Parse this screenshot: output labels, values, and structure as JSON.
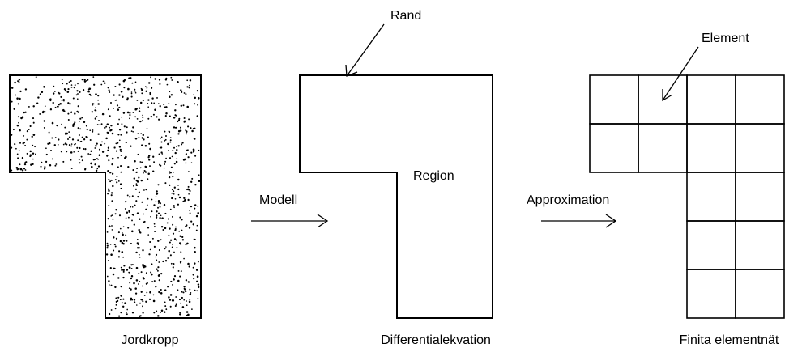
{
  "panels": {
    "soil": {
      "label": "Jordkropp"
    },
    "model": {
      "label": "Differentialekvation",
      "region_label": "Region",
      "boundary_label": "Rand"
    },
    "mesh": {
      "label": "Finita elementnät",
      "element_label": "Element"
    }
  },
  "steps": {
    "modell": "Modell",
    "approximation": "Approximation"
  }
}
